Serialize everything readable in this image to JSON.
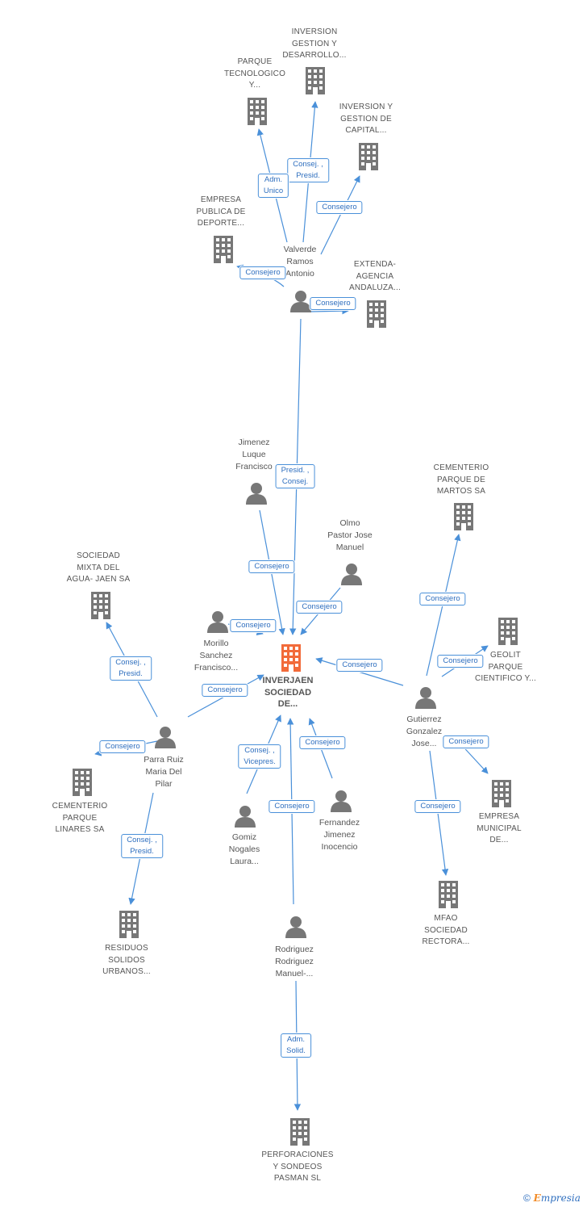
{
  "colors": {
    "edge": "#4a90d9",
    "node": "#777777",
    "center": "#f26b3a",
    "tag_text": "#2f6fbf"
  },
  "center": {
    "id": "inverjaen",
    "label": [
      "INVERJAEN",
      "SOCIEDAD",
      "DE..."
    ]
  },
  "companies": [
    {
      "id": "inversion_gestion_desarrollo",
      "label": [
        "INVERSION",
        "GESTION Y",
        "DESARROLLO..."
      ]
    },
    {
      "id": "parque_tecnologico",
      "label": [
        "PARQUE",
        "TECNOLOGICO",
        "Y..."
      ]
    },
    {
      "id": "inversion_gestion_capital",
      "label": [
        "INVERSION Y",
        "GESTION DE",
        "CAPITAL..."
      ]
    },
    {
      "id": "empresa_publica_deporte",
      "label": [
        "EMPRESA",
        "PUBLICA DE",
        "DEPORTE..."
      ]
    },
    {
      "id": "extenda",
      "label": [
        "EXTENDA-",
        "AGENCIA",
        "ANDALUZA..."
      ]
    },
    {
      "id": "cementerio_martos",
      "label": [
        "CEMENTERIO",
        "PARQUE DE",
        "MARTOS SA"
      ]
    },
    {
      "id": "sociedad_mixta_agua",
      "label": [
        "SOCIEDAD",
        "MIXTA DEL",
        "AGUA- JAEN SA"
      ]
    },
    {
      "id": "geolit",
      "label": [
        "GEOLIT",
        "PARQUE",
        "CIENTIFICO Y..."
      ]
    },
    {
      "id": "cementerio_linares",
      "label": [
        "CEMENTERIO",
        "PARQUE",
        "LINARES SA"
      ]
    },
    {
      "id": "empresa_municipal",
      "label": [
        "EMPRESA",
        "MUNICIPAL",
        "DE..."
      ]
    },
    {
      "id": "residuos_solidos",
      "label": [
        "RESIDUOS",
        "SOLIDOS",
        "URBANOS..."
      ]
    },
    {
      "id": "mfao",
      "label": [
        "MFAO",
        "SOCIEDAD",
        "RECTORA..."
      ]
    },
    {
      "id": "perforaciones",
      "label": [
        "PERFORACIONES",
        "Y SONDEOS",
        "PASMAN SL"
      ]
    }
  ],
  "persons": [
    {
      "id": "valverde",
      "label": [
        "Valverde",
        "Ramos",
        "Antonio"
      ]
    },
    {
      "id": "jimenez",
      "label": [
        "Jimenez",
        "Luque",
        "Francisco"
      ]
    },
    {
      "id": "olmo",
      "label": [
        "Olmo",
        "Pastor Jose",
        "Manuel"
      ]
    },
    {
      "id": "morillo",
      "label": [
        "Morillo",
        "Sanchez",
        "Francisco..."
      ]
    },
    {
      "id": "parra",
      "label": [
        "Parra Ruiz",
        "Maria Del",
        "Pilar"
      ]
    },
    {
      "id": "gutierrez",
      "label": [
        "Gutierrez",
        "Gonzalez",
        "Jose..."
      ]
    },
    {
      "id": "gomiz",
      "label": [
        "Gomiz",
        "Nogales",
        "Laura..."
      ]
    },
    {
      "id": "fernandez",
      "label": [
        "Fernandez",
        "Jimenez",
        "Inocencio"
      ]
    },
    {
      "id": "rodriguez",
      "label": [
        "Rodriguez",
        "Rodriguez",
        "Manuel-..."
      ]
    }
  ],
  "relations": [
    {
      "from": "valverde",
      "to": "inversion_gestion_desarrollo",
      "label": [
        "Consej. ,",
        "Presid."
      ]
    },
    {
      "from": "valverde",
      "to": "parque_tecnologico",
      "label": [
        "Adm.",
        "Unico"
      ]
    },
    {
      "from": "valverde",
      "to": "inversion_gestion_capital",
      "label": [
        "Consejero"
      ]
    },
    {
      "from": "valverde",
      "to": "empresa_publica_deporte",
      "label": [
        "Consejero"
      ]
    },
    {
      "from": "valverde",
      "to": "extenda",
      "label": [
        "Consejero"
      ]
    },
    {
      "from": "valverde",
      "to": "inverjaen",
      "label": [
        "Presid. ,",
        "Consej."
      ]
    },
    {
      "from": "jimenez",
      "to": "inverjaen",
      "label": [
        "Consejero"
      ]
    },
    {
      "from": "olmo",
      "to": "inverjaen",
      "label": [
        "Consejero"
      ]
    },
    {
      "from": "morillo",
      "to": "inverjaen",
      "label": [
        "Consejero"
      ]
    },
    {
      "from": "parra",
      "to": "inverjaen",
      "label": [
        "Consejero"
      ]
    },
    {
      "from": "parra",
      "to": "sociedad_mixta_agua",
      "label": [
        "Consej. ,",
        "Presid."
      ]
    },
    {
      "from": "parra",
      "to": "cementerio_linares",
      "label": [
        "Consejero"
      ]
    },
    {
      "from": "parra",
      "to": "residuos_solidos",
      "label": [
        "Consej. ,",
        "Presid."
      ]
    },
    {
      "from": "gutierrez",
      "to": "inverjaen",
      "label": [
        "Consejero"
      ]
    },
    {
      "from": "gutierrez",
      "to": "cementerio_martos",
      "label": [
        "Consejero"
      ]
    },
    {
      "from": "gutierrez",
      "to": "geolit",
      "label": [
        "Consejero"
      ]
    },
    {
      "from": "gutierrez",
      "to": "empresa_municipal",
      "label": [
        "Consejero"
      ]
    },
    {
      "from": "gutierrez",
      "to": "mfao",
      "label": [
        "Consejero"
      ]
    },
    {
      "from": "gomiz",
      "to": "inverjaen",
      "label": [
        "Consej. ,",
        "Vicepres."
      ]
    },
    {
      "from": "fernandez",
      "to": "inverjaen",
      "label": [
        "Consejero"
      ]
    },
    {
      "from": "rodriguez",
      "to": "inverjaen",
      "label": [
        "Consejero"
      ]
    },
    {
      "from": "rodriguez",
      "to": "perforaciones",
      "label": [
        "Adm.",
        "Solid."
      ]
    }
  ],
  "footer": {
    "copyright": "©",
    "brand_initial": "E",
    "brand_rest": "mpresia"
  }
}
